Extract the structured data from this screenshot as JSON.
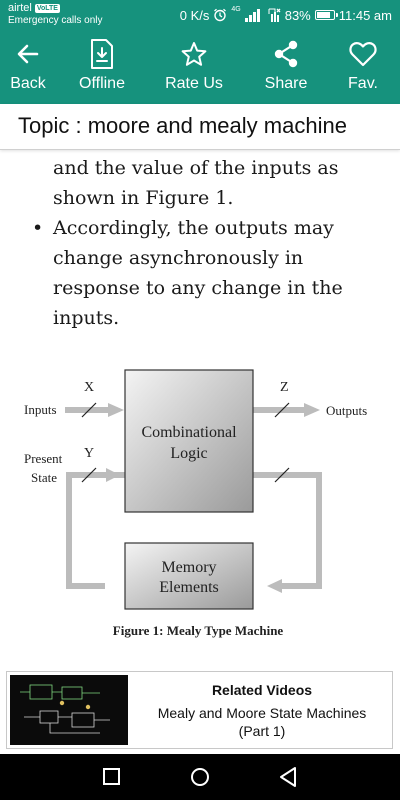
{
  "status_bar": {
    "carrier": "airtel",
    "volte": "VoLTE",
    "emergency": "Emergency calls only",
    "net_speed": "0 K/s",
    "network": "4G",
    "battery": "83%",
    "battery_level": 0.83,
    "time": "11:45 am"
  },
  "toolbar": {
    "back_label": "Back",
    "offline_label": "Offline",
    "rate_label": "Rate Us",
    "share_label": "Share",
    "fav_label": "Fav."
  },
  "topic": {
    "title": "Topic : moore and mealy machine"
  },
  "article": {
    "lines_top": [
      "and the value of the inputs as",
      "shown in Figure 1."
    ],
    "bullet_symbol": "•",
    "bullet_lines": [
      "Accordingly, the outputs may",
      "change asynchronously in",
      "response to any change in the",
      "inputs."
    ]
  },
  "figure": {
    "label_x": "X",
    "label_z": "Z",
    "label_y": "Y",
    "inputs": "Inputs",
    "outputs": "Outputs",
    "present": "Present",
    "state": "State",
    "combo_1": "Combinational",
    "combo_2": "Logic",
    "memory_1": "Memory",
    "memory_2": "Elements",
    "caption": "Figure 1: Mealy Type Machine"
  },
  "related": {
    "title": "Related Videos",
    "video_line1": "Mealy and Moore State Machines",
    "video_line2": "(Part 1)"
  },
  "colors": {
    "accent": "#16927d",
    "nav_bg": "#000000"
  }
}
